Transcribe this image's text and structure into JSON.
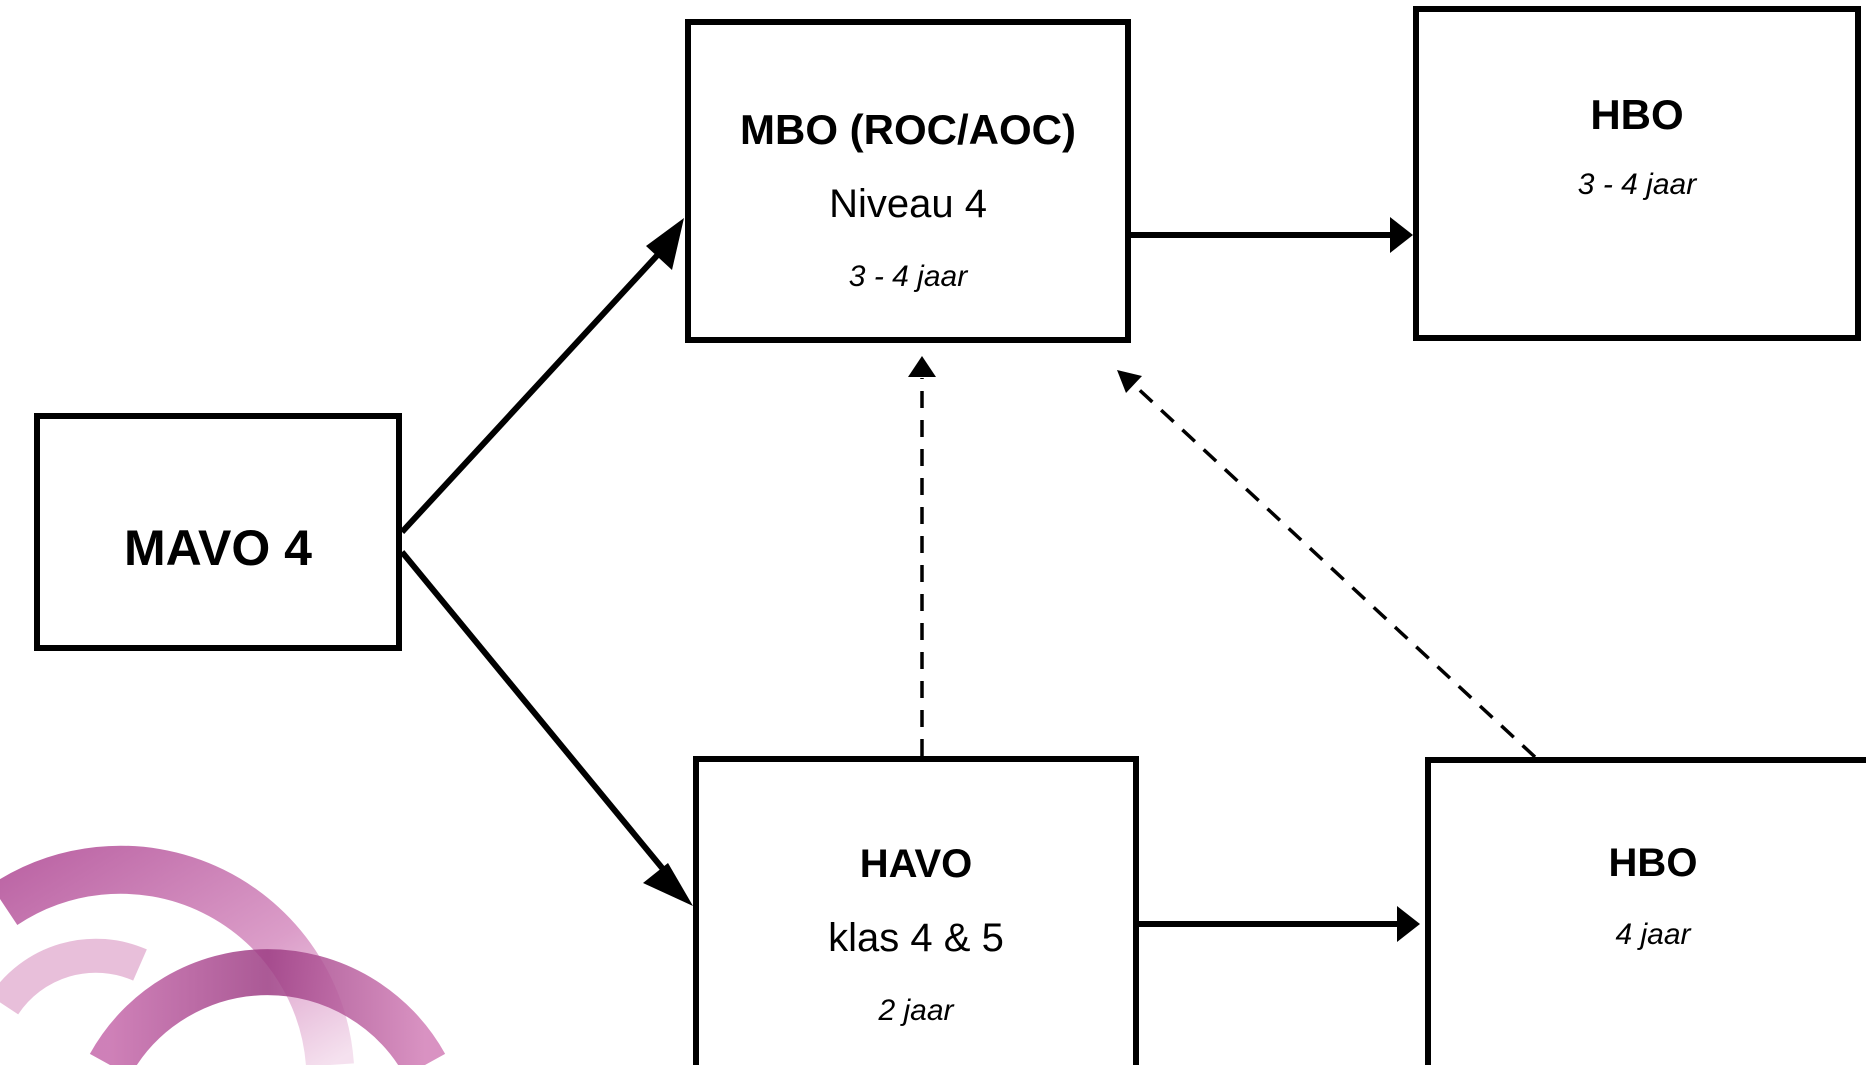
{
  "nodes": {
    "mavo": {
      "title": "MAVO 4"
    },
    "mbo": {
      "title": "MBO (ROC/AOC)",
      "level": "Niveau 4",
      "duration": "3 - 4 jaar"
    },
    "hbo_top": {
      "title": "HBO",
      "duration": "3 - 4 jaar"
    },
    "havo": {
      "title": "HAVO",
      "level": "klas 4 & 5",
      "duration": "2 jaar"
    },
    "hbo_bottom": {
      "title": "HBO",
      "duration": "4 jaar"
    }
  },
  "edges": [
    {
      "from": "mavo",
      "to": "mbo",
      "style": "solid"
    },
    {
      "from": "mavo",
      "to": "havo",
      "style": "solid"
    },
    {
      "from": "mbo",
      "to": "hbo_top",
      "style": "solid"
    },
    {
      "from": "havo",
      "to": "hbo_bottom",
      "style": "solid"
    },
    {
      "from": "havo",
      "to": "mbo",
      "style": "dashed"
    },
    {
      "from": "hbo_bottom",
      "to": "mbo",
      "style": "dashed"
    }
  ],
  "colors": {
    "stroke": "#000000",
    "logo_primary": "#b04a95",
    "logo_light": "#e6b8d6"
  }
}
